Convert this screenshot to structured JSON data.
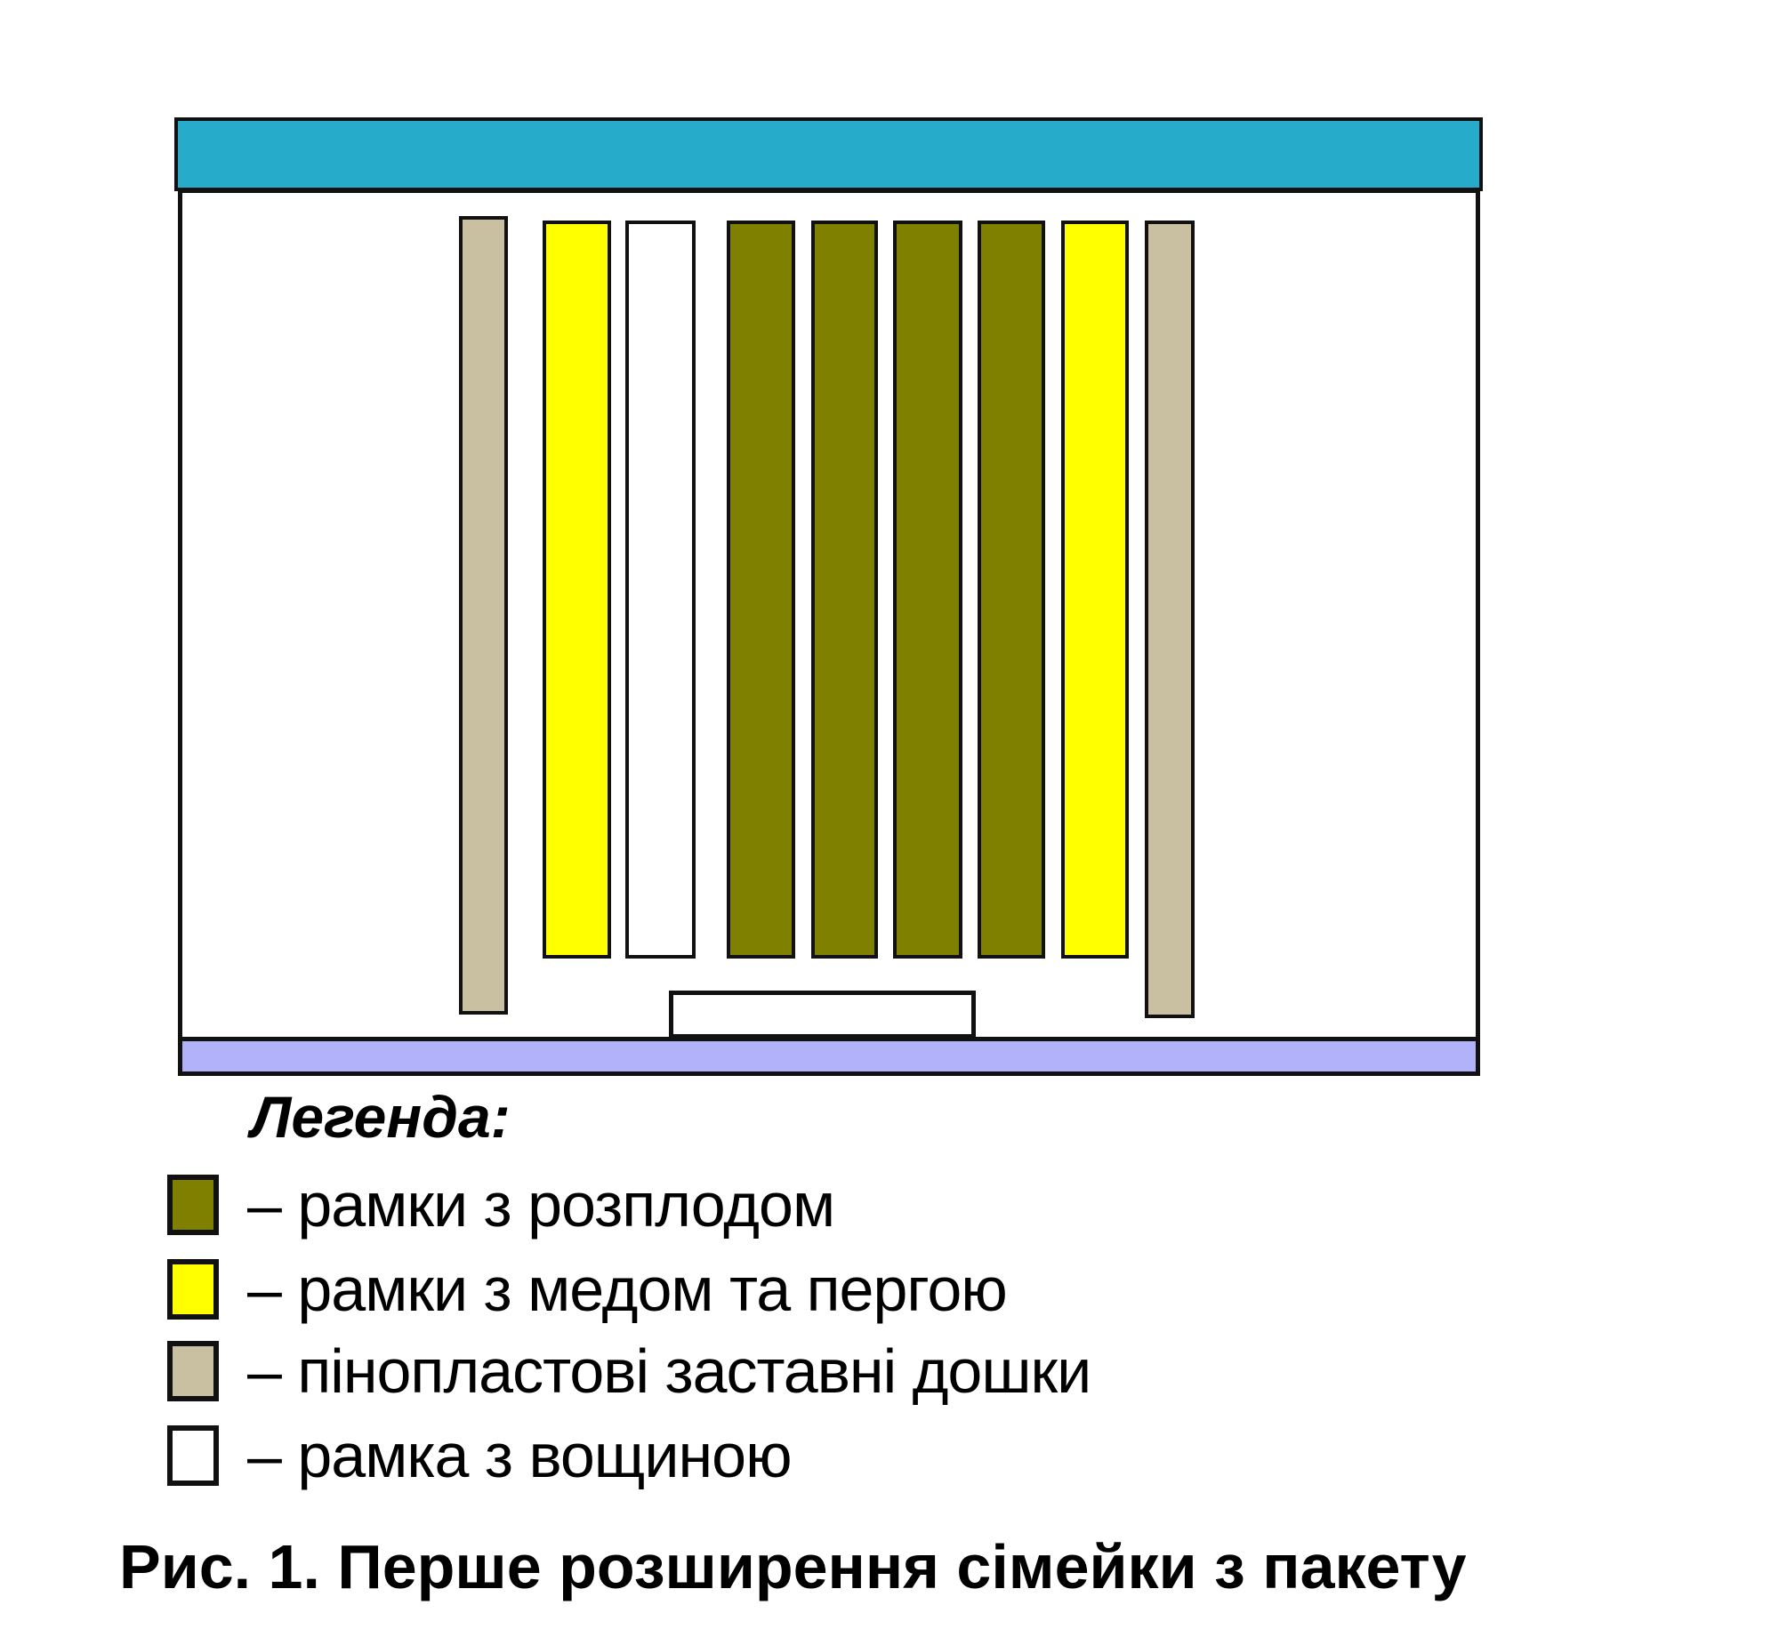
{
  "colors": {
    "lid": "#27abcb",
    "bottom": "#b2b2fa",
    "brood": "#7f7f00",
    "honey": "#ffff00",
    "board": "#c8c0a0",
    "foundation": "#ffffff"
  },
  "frames": [
    "board",
    "honey",
    "foundation",
    "brood",
    "brood",
    "brood",
    "brood",
    "honey",
    "board"
  ],
  "legend": {
    "title": "Легенда:",
    "items": [
      {
        "type": "brood",
        "label": "– рамки з розплодом"
      },
      {
        "type": "honey",
        "label": "– рамки з медом та пергою"
      },
      {
        "type": "board",
        "label": "– пінопластові заставні дошки"
      },
      {
        "type": "foundation",
        "label": "– рамка з вощиною"
      }
    ]
  },
  "caption": "Рис. 1. Перше розширення сімейки з пакету"
}
